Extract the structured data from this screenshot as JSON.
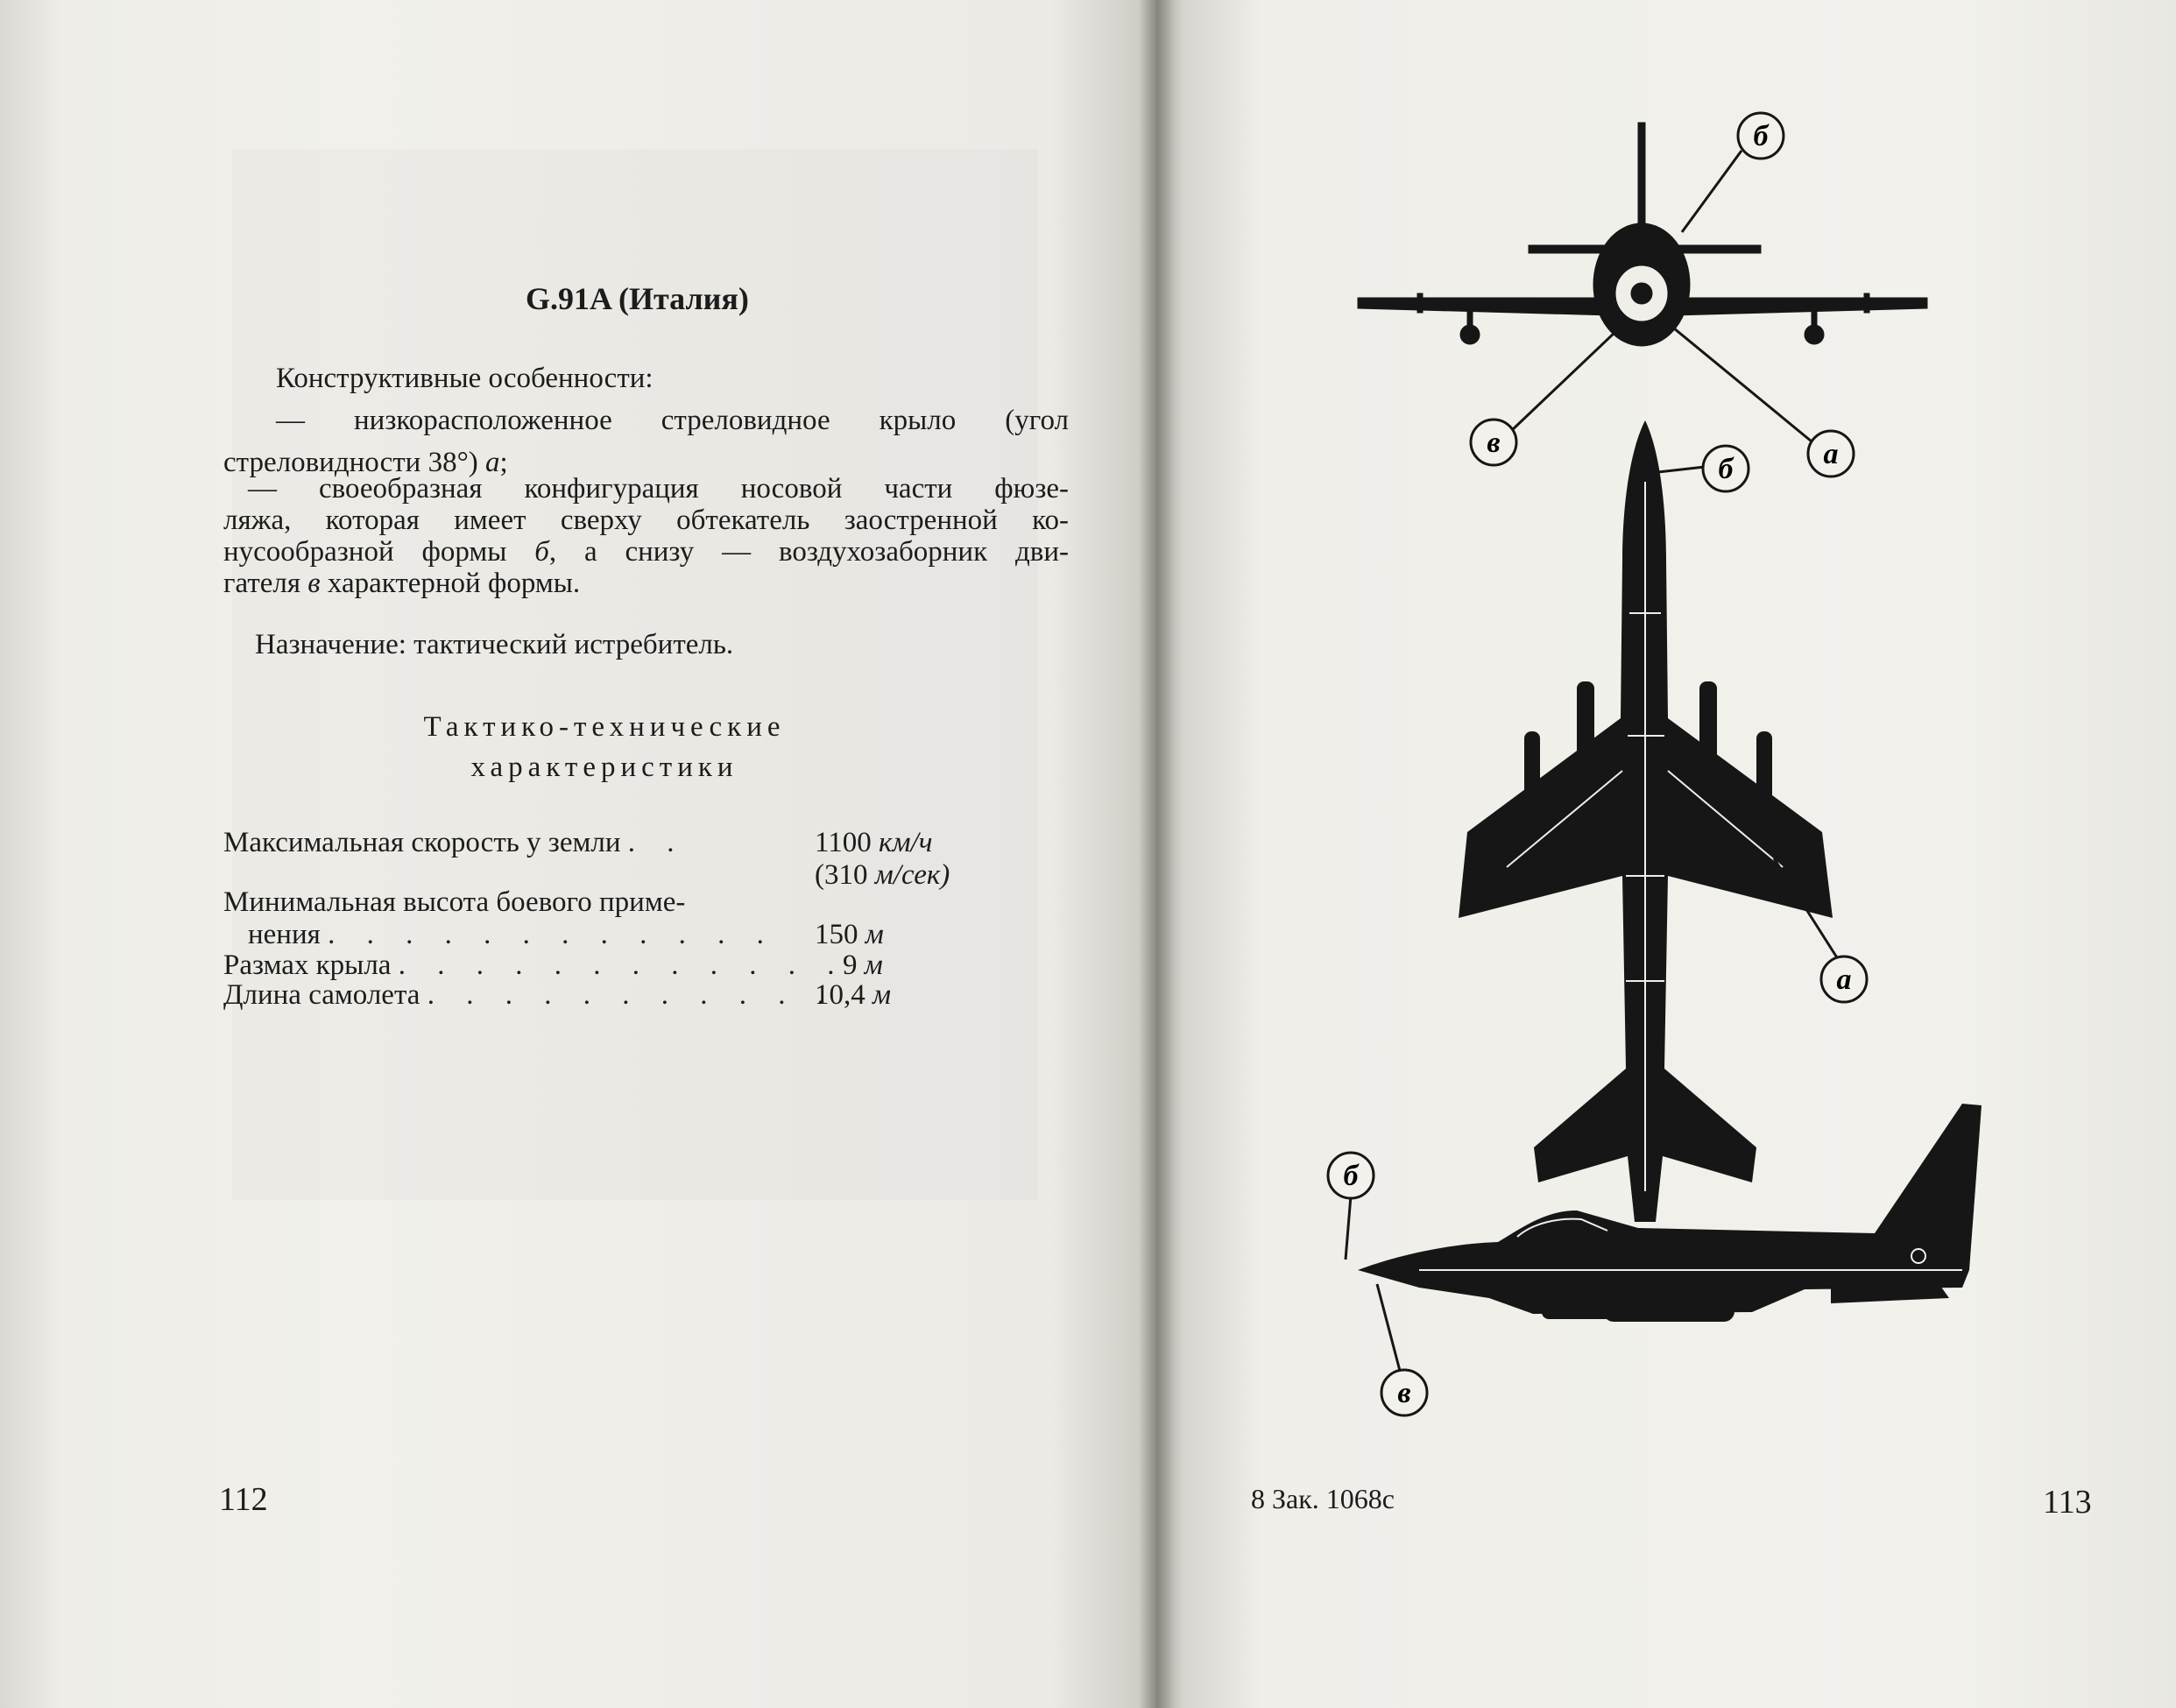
{
  "left_page": {
    "title": "G.91A (Италия)",
    "features_heading": "Конструктивные особенности:",
    "feature_1_line1": "— низкорасположенное стреловидное крыло (угол",
    "feature_1_line2": "стреловидности 38°)",
    "feature_1_letter": "а",
    "feature_2_line1": "— своеобразная конфигурация носовой части фюзе-",
    "feature_2_line2": "ляжа, которая имеет сверху обтекатель заостренной ко-",
    "feature_2_line3a": "нусообразной формы",
    "feature_2_letter_b": "б",
    "feature_2_line3b": ", а снизу — воздухозаборник дви-",
    "feature_2_line4a": "гателя",
    "feature_2_letter_v": "в",
    "feature_2_line4b": "характерной формы.",
    "purpose": "Назначение: тактический истребитель.",
    "specs_title_1": "Тактико-технические",
    "specs_title_2": "характеристики",
    "specs": [
      {
        "label": "Максимальная скорость у земли",
        "leader": ". .",
        "value": "1100",
        "unit": "км/ч",
        "extra_value": "(310",
        "extra_unit": "м/сек)"
      },
      {
        "label_line1": "Минимальная высота боевого приме-",
        "label": "нения",
        "leader": ". . . . . . . . . . . .",
        "value": "150",
        "unit": "м"
      },
      {
        "label": "Размах крыла",
        "leader": ". . . . . . . . . . . .",
        "value": "9",
        "unit": "м"
      },
      {
        "label": "Длина самолета",
        "leader": ". . . . . . . . . . .",
        "value": "10,4",
        "unit": "м"
      }
    ],
    "page_number": "112"
  },
  "right_page": {
    "callouts": [
      "б",
      "в",
      "а",
      "б",
      "а",
      "б",
      "в"
    ],
    "footer_note": "8 Зак. 1068с",
    "page_number": "113"
  },
  "colors": {
    "paper": "#efeee9",
    "ink": "#1c1c1c",
    "aircraft": "#161616"
  }
}
